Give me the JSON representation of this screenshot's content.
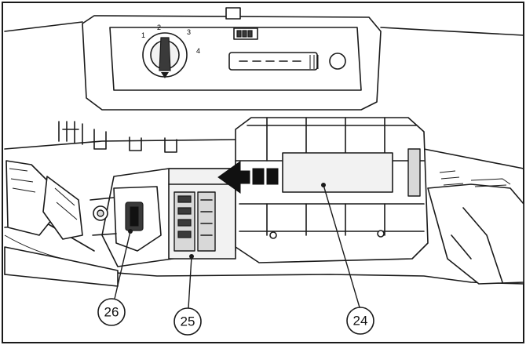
{
  "figure": {
    "callouts": [
      {
        "id": "battery",
        "label": "24"
      },
      {
        "id": "battery-holder",
        "label": "25"
      },
      {
        "id": "release-latch",
        "label": "26"
      }
    ],
    "control_panel": {
      "dial_marks": [
        "1",
        "2",
        "3",
        "4"
      ],
      "icon": "battery-charge-indicator-icon"
    },
    "arrow_direction": "left",
    "colors": {
      "line": "#1a1a1a",
      "background": "#ffffff",
      "arrow": "#111111"
    }
  }
}
